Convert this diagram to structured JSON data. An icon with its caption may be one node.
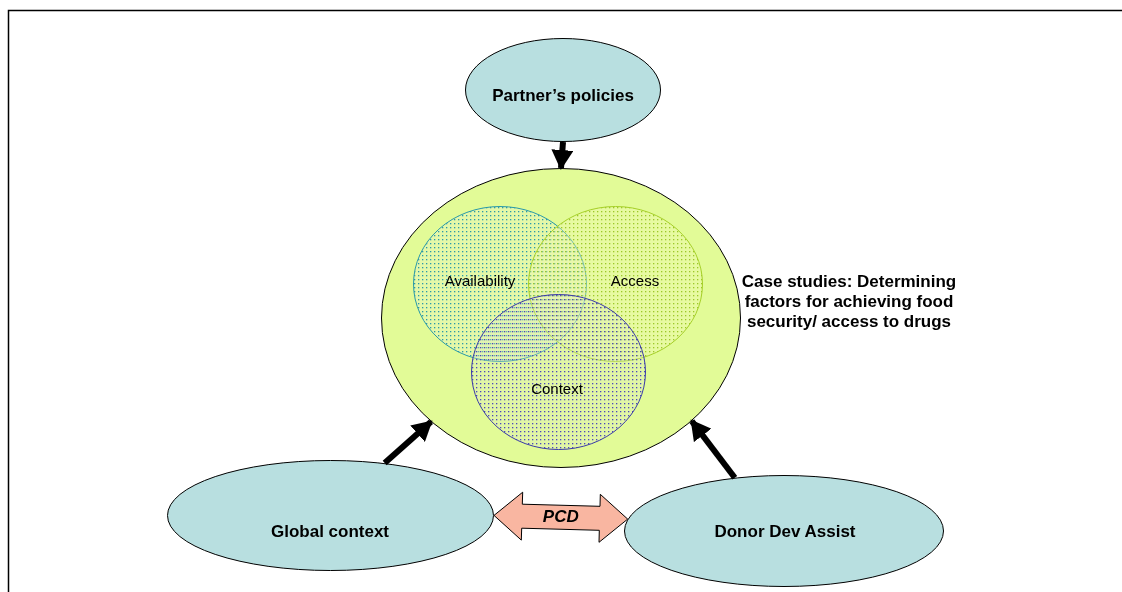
{
  "diagram": {
    "nodes": [
      {
        "text": [
          "Partner’s policies"
        ]
      },
      {
        "text": [],
        "shape": "circle",
        "beside": [
          "Case studies: Determining factors for achieving food security/ access to drugs"
        ]
      },
      {
        "text": [
          "Availability"
        ],
        "in": 1
      },
      {
        "text": [
          "Access"
        ],
        "in": 1
      },
      {
        "text": [
          "Context"
        ],
        "in": 1
      },
      {
        "text": [
          "Global context"
        ]
      },
      {
        "text": [
          "Donor Dev Assist"
        ]
      }
    ],
    "edges": [
      {
        "from": 0,
        "to": 1,
        "arrow": "to"
      },
      {
        "from": 5,
        "to": 1,
        "arrow": "to"
      },
      {
        "from": 6,
        "to": 1,
        "arrow": "to"
      },
      {
        "from": 5,
        "to": 6,
        "arrow": "both",
        "label": "PCD",
        "color": "#f9b6a1"
      }
    ]
  }
}
